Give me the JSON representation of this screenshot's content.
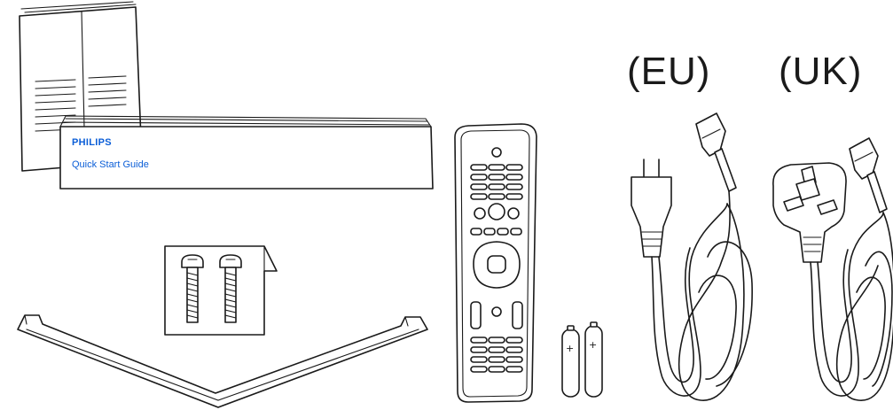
{
  "quick_start_guide": {
    "brand": "PHILIPS",
    "title": "Quick Start Guide"
  },
  "power_cords": {
    "eu_label": "(EU)",
    "uk_label": "(UK)"
  },
  "batteries": {
    "polarity_mark": "+"
  },
  "colors": {
    "line": "#1a1a1a",
    "brand_blue": "#0b5ed7",
    "background": "#ffffff"
  },
  "icons": [
    "manual-booklet-icon",
    "quick-start-guide-icon",
    "screws-bag-icon",
    "tv-stand-icon",
    "remote-control-icon",
    "aa-battery-icon",
    "eu-power-cord-icon",
    "uk-power-cord-icon"
  ]
}
